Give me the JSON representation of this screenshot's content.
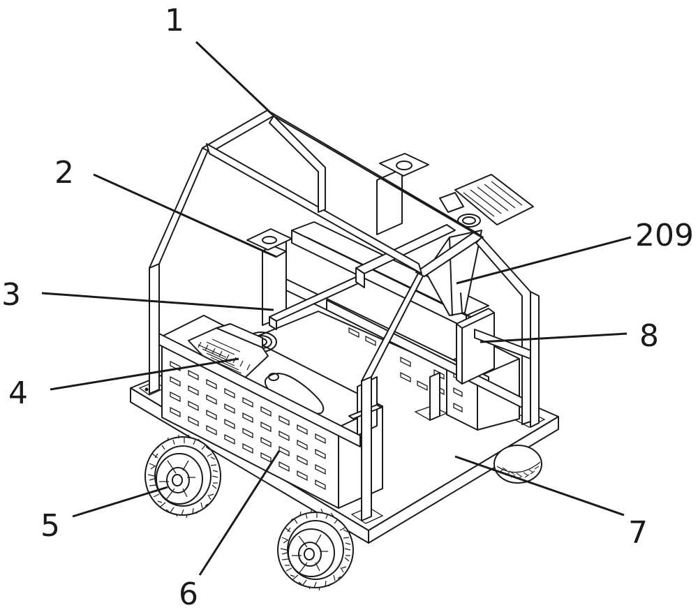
{
  "callouts": [
    {
      "id": "c1",
      "text": "1"
    },
    {
      "id": "c2",
      "text": "2"
    },
    {
      "id": "c3",
      "text": "3"
    },
    {
      "id": "c209",
      "text": "209"
    },
    {
      "id": "c8",
      "text": "8"
    },
    {
      "id": "c4",
      "text": "4"
    },
    {
      "id": "c5",
      "text": "5"
    },
    {
      "id": "c6",
      "text": "6"
    },
    {
      "id": "c7",
      "text": "7"
    }
  ]
}
